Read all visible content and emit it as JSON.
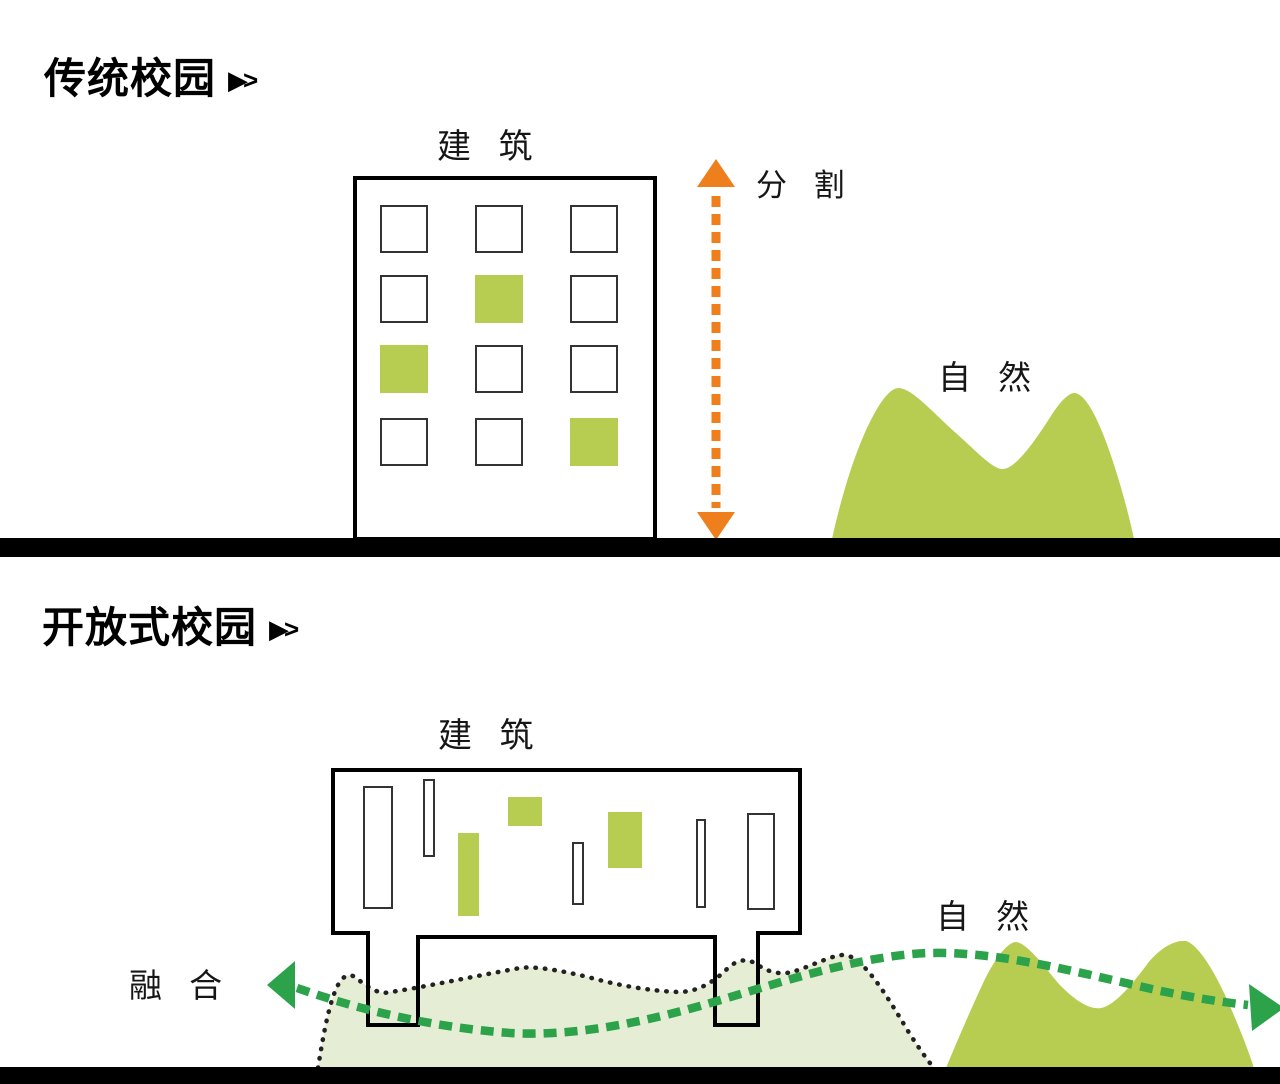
{
  "colors": {
    "green": "#b6cd52",
    "pale_green": "#e5eed4",
    "orange": "#ef7f1d",
    "arrow_green": "#2ca24a",
    "ink": "#000000",
    "outline": "#333333"
  },
  "sections": {
    "traditional": {
      "title": "传统校园",
      "title_arrow": "▶>",
      "building_label": "建 筑",
      "divide_label": "分 割",
      "nature_label": "自 然",
      "windows": [
        [
          0,
          0,
          0
        ],
        [
          0,
          1,
          0
        ],
        [
          1,
          0,
          0
        ],
        [
          0,
          0,
          1
        ]
      ]
    },
    "open": {
      "title": "开放式校园",
      "title_arrow": "▶>",
      "building_label": "建 筑",
      "fusion_label": "融 合",
      "nature_label": "自 然",
      "bars": [
        "outline",
        "outline",
        "green",
        "green",
        "outline",
        "green",
        "outline",
        "outline"
      ]
    }
  }
}
